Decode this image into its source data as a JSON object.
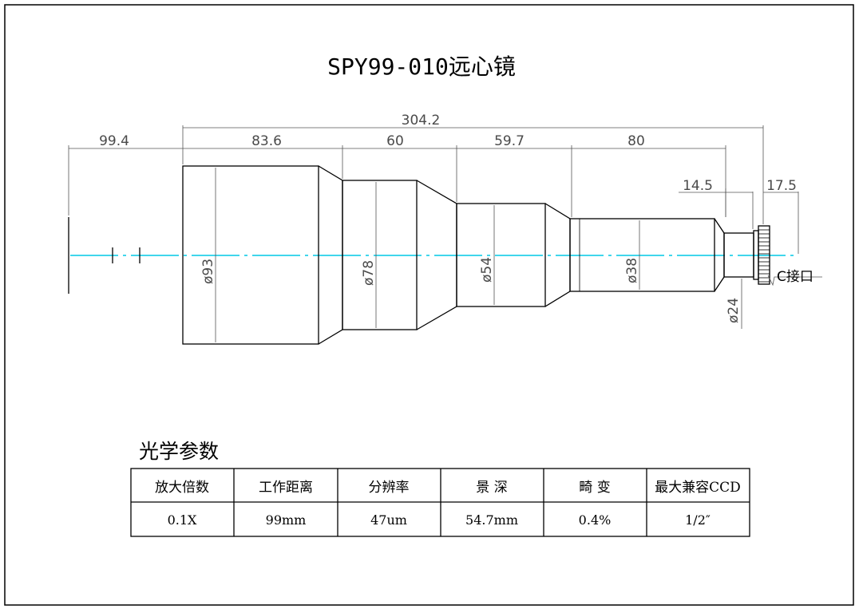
{
  "title": "SPY99-010远心镜",
  "dimensions": {
    "overall": "304.2",
    "wd": "99.4",
    "seg1": "83.6",
    "seg2": "60",
    "seg3": "59.7",
    "seg4": "80",
    "seg5": "14.5",
    "seg6": "17.5"
  },
  "diameters": {
    "d1": "ø93",
    "d2": "ø78",
    "d3": "ø54",
    "d4": "ø38",
    "d5": "ø24"
  },
  "mount_label": "C接口",
  "colors": {
    "centerline": "#00c8e6",
    "line": "#000000",
    "dimension": "#555555"
  },
  "specs": {
    "heading": "光学参数",
    "headers": [
      "放大倍数",
      "工作距离",
      "分辨率",
      "景 深",
      "畸 变",
      "最大兼容CCD"
    ],
    "values": [
      "0.1X",
      "99mm",
      "47um",
      "54.7mm",
      "0.4%",
      "1/2″"
    ]
  }
}
